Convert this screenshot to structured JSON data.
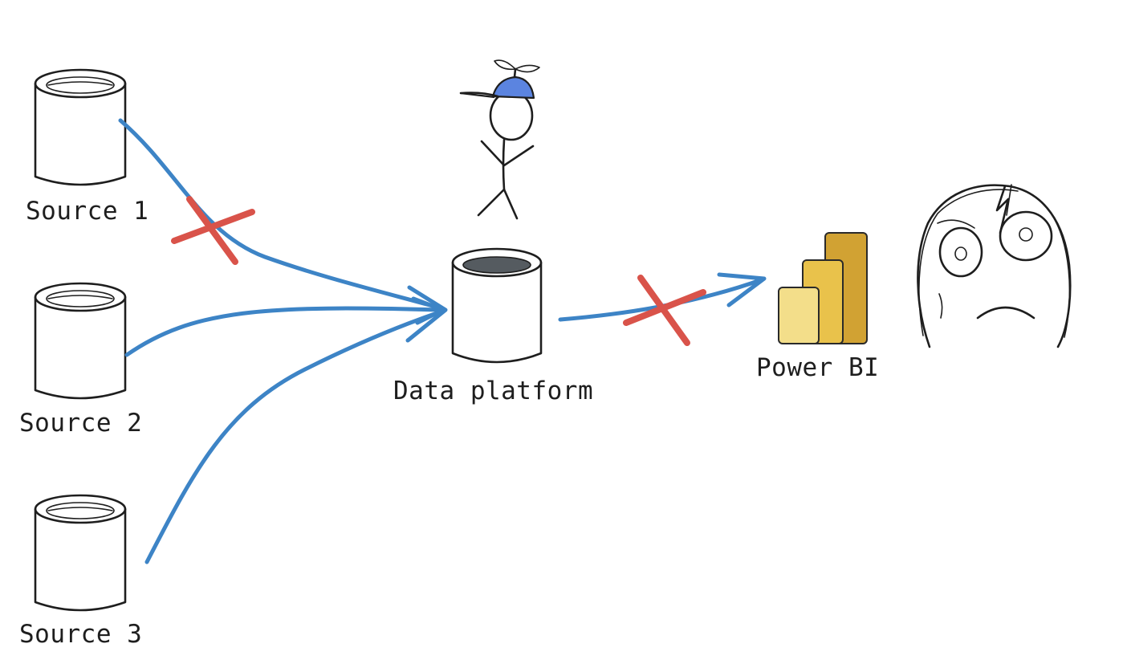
{
  "nodes": {
    "source1": "Source 1",
    "source2": "Source 2",
    "source3": "Source 3",
    "platform": "Data platform",
    "powerbi": "Power BI"
  },
  "icons": {
    "source": "database-cylinder-icon",
    "platform": "database-cylinder-icon",
    "engineer": "stick-figure-propeller-cap-icon",
    "powerbi": "power-bi-logo-icon",
    "reaction": "frustrated-rage-face-icon"
  },
  "colors": {
    "flow": "#3d84c6",
    "broken": "#d9534a",
    "cap": "#5b84e0",
    "platform_fill": "#d9dde0",
    "pbi_light": "#f3de8a",
    "pbi_mid": "#e9c24b",
    "pbi_dark": "#d1a233"
  }
}
